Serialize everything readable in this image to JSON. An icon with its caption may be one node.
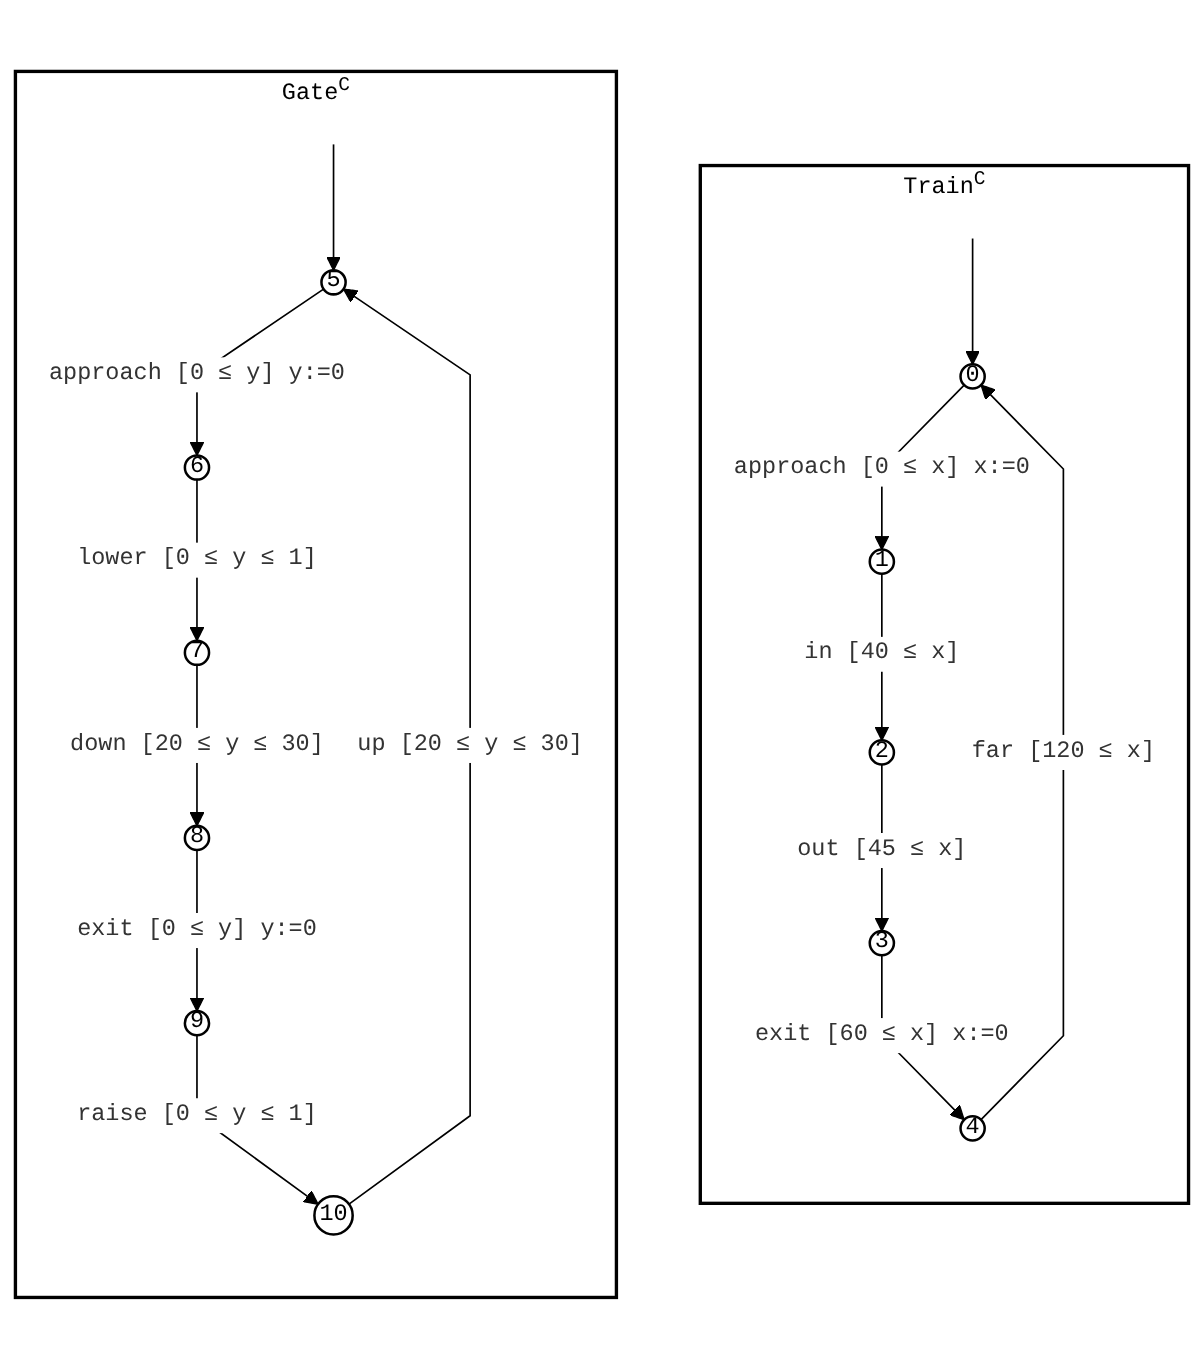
{
  "diagram": {
    "nodes": [
      {
        "text": [
          "Train$^{C}$"
        ]
      },
      {
        "text": [
          "0"
        ],
        "in": 0
      },
      {
        "text": [
          "1"
        ],
        "in": 0
      },
      {
        "text": [
          "2"
        ],
        "in": 0
      },
      {
        "text": [
          "3"
        ],
        "in": 0
      },
      {
        "text": [
          "4"
        ],
        "in": 0
      },
      {
        "text": [
          "Gate$^{C}$"
        ]
      },
      {
        "text": [
          "5"
        ],
        "in": 6
      },
      {
        "text": [
          "6"
        ],
        "in": 6
      },
      {
        "text": [
          "7"
        ],
        "in": 6
      },
      {
        "text": [
          "8"
        ],
        "in": 6
      },
      {
        "text": [
          "9"
        ],
        "in": 6
      },
      {
        "text": [
          "10"
        ],
        "in": 6
      }
    ],
    "edges": [
      {
        "from": null,
        "to": 1,
        "arrow": "to"
      },
      {
        "from": 1,
        "to": 2,
        "arrow": "to",
        "label": "approach [0 ≤ x] x:=0"
      },
      {
        "from": 2,
        "to": 3,
        "arrow": "to",
        "label": "in [40 ≤ x]"
      },
      {
        "from": 3,
        "to": 4,
        "arrow": "to",
        "label": "out [45 ≤ x]"
      },
      {
        "from": 4,
        "to": 5,
        "arrow": "to",
        "label": "exit [60 ≤ x] x:=0"
      },
      {
        "from": 5,
        "to": 1,
        "arrow": "to",
        "label": "far [120 ≤ x]"
      },
      {
        "from": null,
        "to": 7,
        "arrow": "to"
      },
      {
        "from": 7,
        "to": 8,
        "arrow": "to",
        "label": "approach [0 ≤ y] y:=0"
      },
      {
        "from": 8,
        "to": 9,
        "arrow": "to",
        "label": "lower [0 ≤ y ≤ 1]"
      },
      {
        "from": 9,
        "to": 10,
        "arrow": "to",
        "label": "down [20 ≤ y ≤ 30]"
      },
      {
        "from": 10,
        "to": 11,
        "arrow": "to",
        "label": "exit [0 ≤ y] y:=0"
      },
      {
        "from": 11,
        "to": 12,
        "arrow": "to",
        "label": "raise [0 ≤ y ≤ 1]"
      },
      {
        "from": 12,
        "to": 7,
        "arrow": "to",
        "label": "up [20 ≤ y ≤ 30]"
      }
    ]
  }
}
